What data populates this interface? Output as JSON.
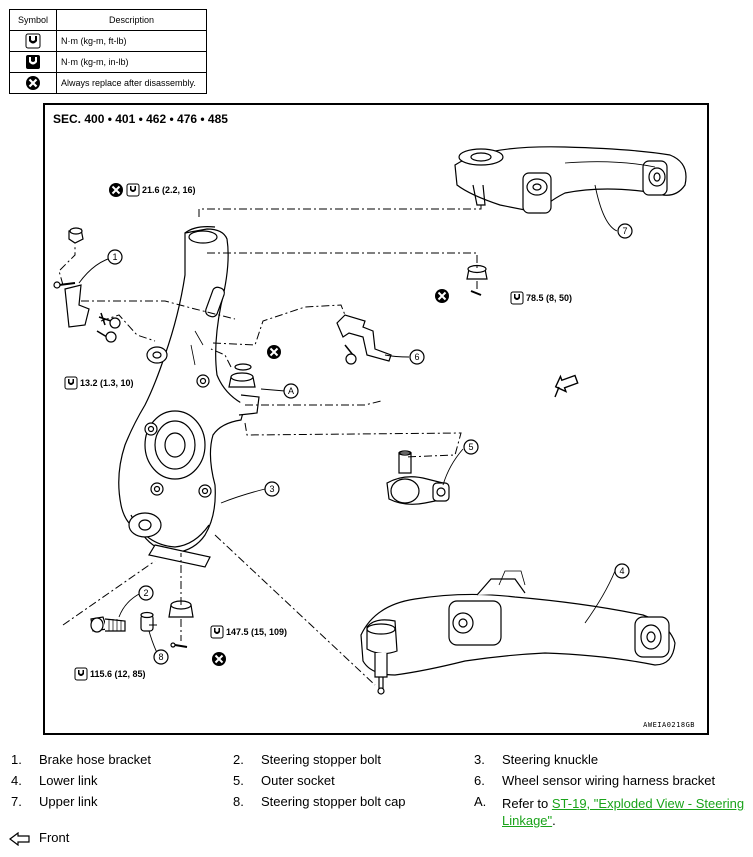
{
  "legend": {
    "header_symbol": "Symbol",
    "header_description": "Description",
    "rows": [
      {
        "icon": "torque-wrench-ft-lb-icon",
        "description": "N·m (kg-m, ft-lb)"
      },
      {
        "icon": "torque-wrench-in-lb-icon",
        "description": "N·m (kg-m, in-lb)"
      },
      {
        "icon": "always-replace-icon",
        "description": "Always replace after disassembly."
      }
    ]
  },
  "figure": {
    "section": "SEC. 400 • 401 • 462 • 476 • 485",
    "code": "AWEIA0218GB",
    "callouts": [
      "1",
      "2",
      "3",
      "4",
      "5",
      "6",
      "7",
      "8",
      "A"
    ],
    "torques": {
      "t1": "21.6 (2.2, 16)",
      "t2": "78.5 (8, 50)",
      "t3": "13.2 (1.3, 10)",
      "t4": "147.5 (15, 109)",
      "t5": "115.6 (12, 85)"
    }
  },
  "parts": [
    {
      "num": "1.",
      "label": "Brake hose bracket"
    },
    {
      "num": "2.",
      "label": "Steering stopper bolt"
    },
    {
      "num": "3.",
      "label": "Steering knuckle"
    },
    {
      "num": "4.",
      "label": "Lower link"
    },
    {
      "num": "5.",
      "label": "Outer socket"
    },
    {
      "num": "6.",
      "label": "Wheel sensor wiring harness bracket"
    },
    {
      "num": "7.",
      "label": "Upper link"
    },
    {
      "num": "8.",
      "label": "Steering stopper bolt cap"
    },
    {
      "num": "A.",
      "label": "Refer to"
    }
  ],
  "refer_link": "ST-19, \"Exploded View - Steering Linkage\"",
  "refer_end": ".",
  "front_label": "Front"
}
